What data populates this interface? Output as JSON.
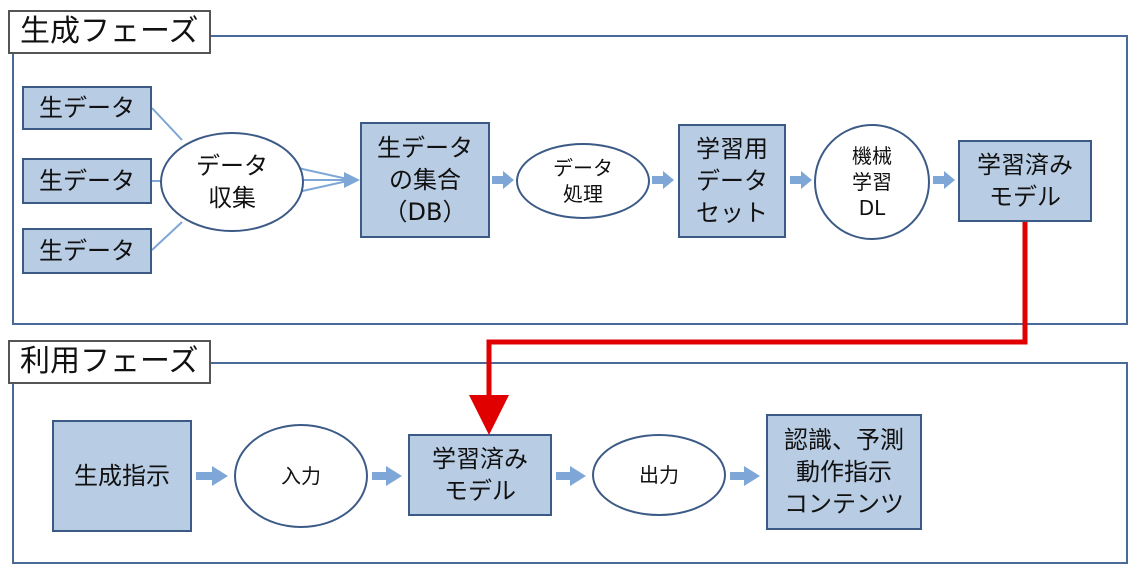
{
  "generation_phase": {
    "title": "生成フェーズ",
    "raw_data": [
      "生データ",
      "生データ",
      "生データ"
    ],
    "collect": "データ\n収集",
    "db": "生データ\nの集合\n（DB）",
    "process": "データ\n処理",
    "training_set": "学習用\nデータ\nセット",
    "ml": "機械\n学習\nDL",
    "trained_model": "学習済み\nモデル"
  },
  "usage_phase": {
    "title": "利用フェーズ",
    "instruction": "生成指示",
    "input": "入力",
    "trained_model": "学習済み\nモデル",
    "output": "出力",
    "result": "認識、予測\n動作指示\nコンテンツ"
  },
  "colors": {
    "box_fill": "#b8cce4",
    "box_border": "#3c5a86",
    "arrow": "#7ea6d6",
    "link": "#e00000"
  }
}
